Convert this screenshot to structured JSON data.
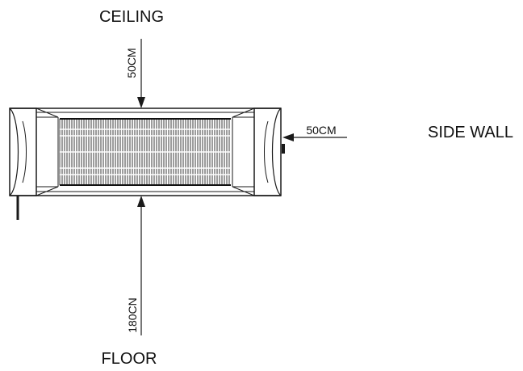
{
  "labels": {
    "ceiling": "CEILING",
    "floor": "FLOOR",
    "side_wall": "SIDE WALL",
    "ceiling_gap": "50CM",
    "side_gap": "50CM",
    "floor_gap": "180CN"
  },
  "colors": {
    "line": "#1a1a1a",
    "grille": "#3a3a3a"
  }
}
